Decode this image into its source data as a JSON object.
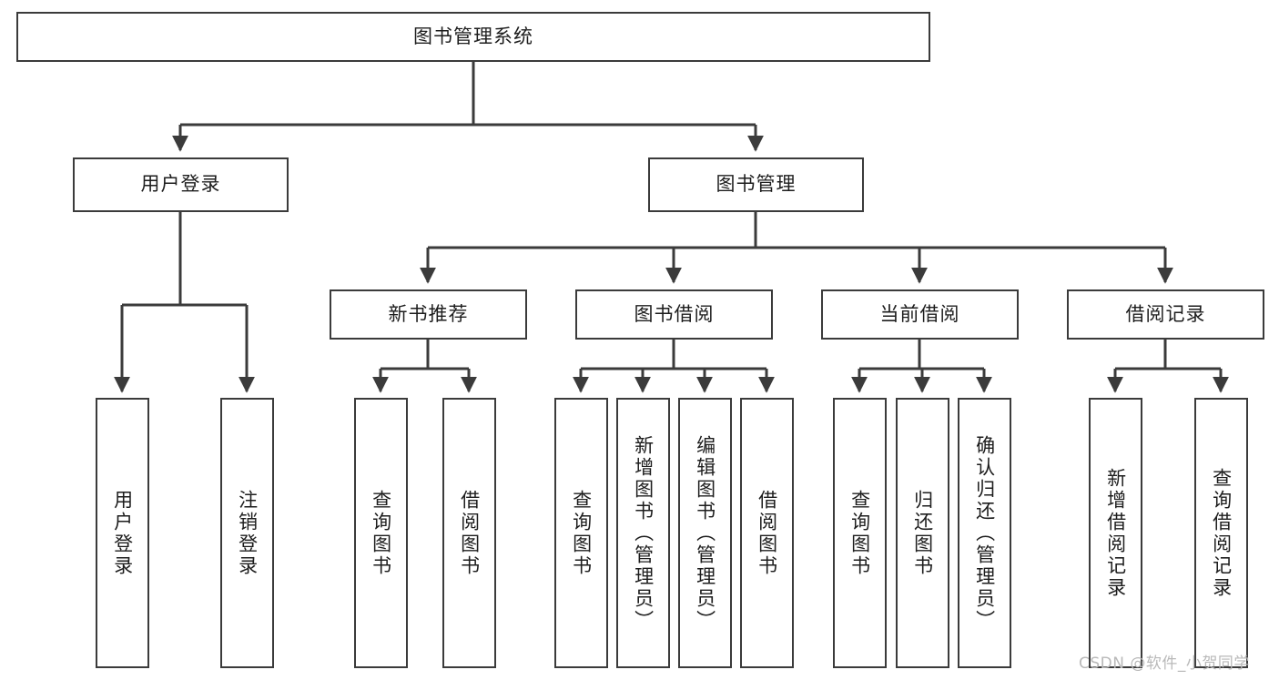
{
  "diagram": {
    "title": "图书管理系统",
    "root": {
      "id": "root",
      "label": "图书管理系统"
    },
    "level2": [
      {
        "id": "user-login",
        "label": "用户登录"
      },
      {
        "id": "book-management",
        "label": "图书管理"
      }
    ],
    "level3": [
      {
        "id": "new-book-recommend",
        "label": "新书推荐",
        "parent": "book-management"
      },
      {
        "id": "book-borrow",
        "label": "图书借阅",
        "parent": "book-management"
      },
      {
        "id": "current-borrow",
        "label": "当前借阅",
        "parent": "book-management"
      },
      {
        "id": "borrow-record",
        "label": "借阅记录",
        "parent": "book-management"
      }
    ],
    "leaves": [
      {
        "id": "leaf-user-login",
        "label": "用户登录",
        "parent": "user-login"
      },
      {
        "id": "leaf-logout-login",
        "label": "注销登录",
        "parent": "user-login"
      },
      {
        "id": "leaf-query-book-1",
        "label": "查询图书",
        "parent": "new-book-recommend"
      },
      {
        "id": "leaf-borrow-book-1",
        "label": "借阅图书",
        "parent": "new-book-recommend"
      },
      {
        "id": "leaf-query-book-2",
        "label": "查询图书",
        "parent": "book-borrow"
      },
      {
        "id": "leaf-add-book",
        "label": "新增图书（管理员）",
        "parent": "book-borrow"
      },
      {
        "id": "leaf-edit-book",
        "label": "编辑图书（管理员）",
        "parent": "book-borrow"
      },
      {
        "id": "leaf-borrow-book-2",
        "label": "借阅图书",
        "parent": "book-borrow"
      },
      {
        "id": "leaf-query-book-3",
        "label": "查询图书",
        "parent": "current-borrow"
      },
      {
        "id": "leaf-return-book",
        "label": "归还图书",
        "parent": "current-borrow"
      },
      {
        "id": "leaf-confirm-return",
        "label": "确认归还（管理员）",
        "parent": "current-borrow"
      },
      {
        "id": "leaf-add-borrow-record",
        "label": "新增借阅记录",
        "parent": "borrow-record"
      },
      {
        "id": "leaf-query-borrow-record",
        "label": "查询借阅记录",
        "parent": "borrow-record"
      }
    ],
    "watermark": "CSDN @软件_小贺同学",
    "colors": {
      "box_border": "#3b3b3b",
      "box_fill": "#ffffff",
      "connector": "#3b3b3b",
      "text": "#1d1d1d",
      "watermark": "#b9b9b9",
      "background": "#ffffff"
    }
  }
}
